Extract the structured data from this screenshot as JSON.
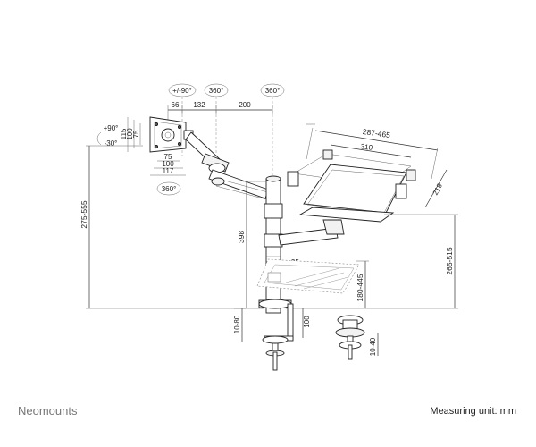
{
  "footer": {
    "brand": "Neomounts",
    "unit_note": "Measuring unit: mm"
  },
  "rotation_badges": {
    "tilt_range": "+/-90°",
    "swivel_a": "360°",
    "swivel_b": "360°",
    "head_rotate": "360°"
  },
  "tilt": {
    "up": "+90°",
    "down": "-30°"
  },
  "dimensions": {
    "arm_66": "66",
    "arm_132": "132",
    "arm_200": "200",
    "vesa_h_115": "115",
    "vesa_h_100": "100",
    "vesa_h_75": "75",
    "vesa_w_75": "75",
    "vesa_w_100": "100",
    "vesa_w_117": "117",
    "height_range": "275-555",
    "pole_398": "398",
    "pole_dia": "ø35",
    "laptop_width": "287-465",
    "laptop_310": "310",
    "laptop_depth": "218",
    "tray_height": "265-515",
    "tray_low": "180-445",
    "clamp_thick": "10-80",
    "clamp_100": "100",
    "grommet_thick": "10-40"
  }
}
